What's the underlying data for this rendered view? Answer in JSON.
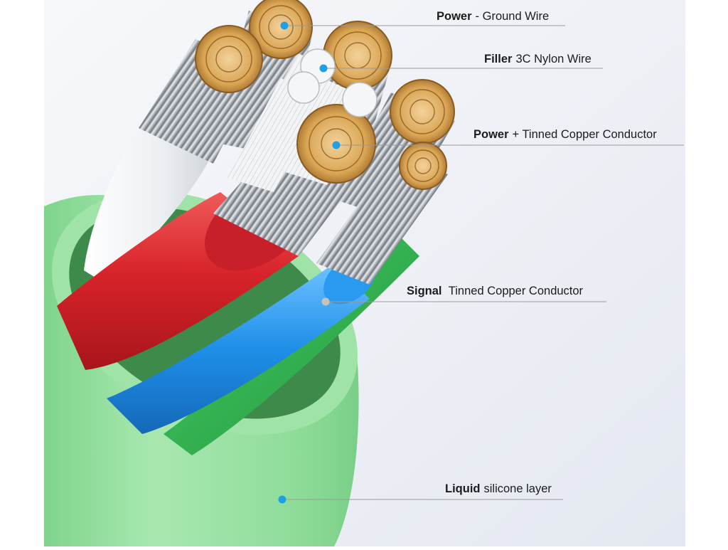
{
  "callouts": [
    {
      "id": "power-ground",
      "strong": "Power",
      "text": "- Ground Wire"
    },
    {
      "id": "filler",
      "strong": "Filler",
      "text": "3C Nylon Wire"
    },
    {
      "id": "power-positive",
      "strong": "Power",
      "text": "+ Tinned Copper Conductor"
    },
    {
      "id": "signal",
      "strong": "Signal",
      "text": " Tinned Copper Conductor"
    },
    {
      "id": "jacket",
      "strong": "Liquid",
      "text": "silicone layer"
    }
  ],
  "colors": {
    "background": "#e9edf5",
    "jacket": "#8fdc9a",
    "red_insulation": "#d8242a",
    "blue_insulation": "#1e8fe8",
    "green_insulation": "#2bb04a",
    "white_insulation": "#f2f2f2",
    "copper": "#d9a452",
    "tinned_strand": "#bfc4c9",
    "dot": "#1ea0e8",
    "signal_dot": "#c9c2b8",
    "leader_line": "#9a9a9a"
  }
}
